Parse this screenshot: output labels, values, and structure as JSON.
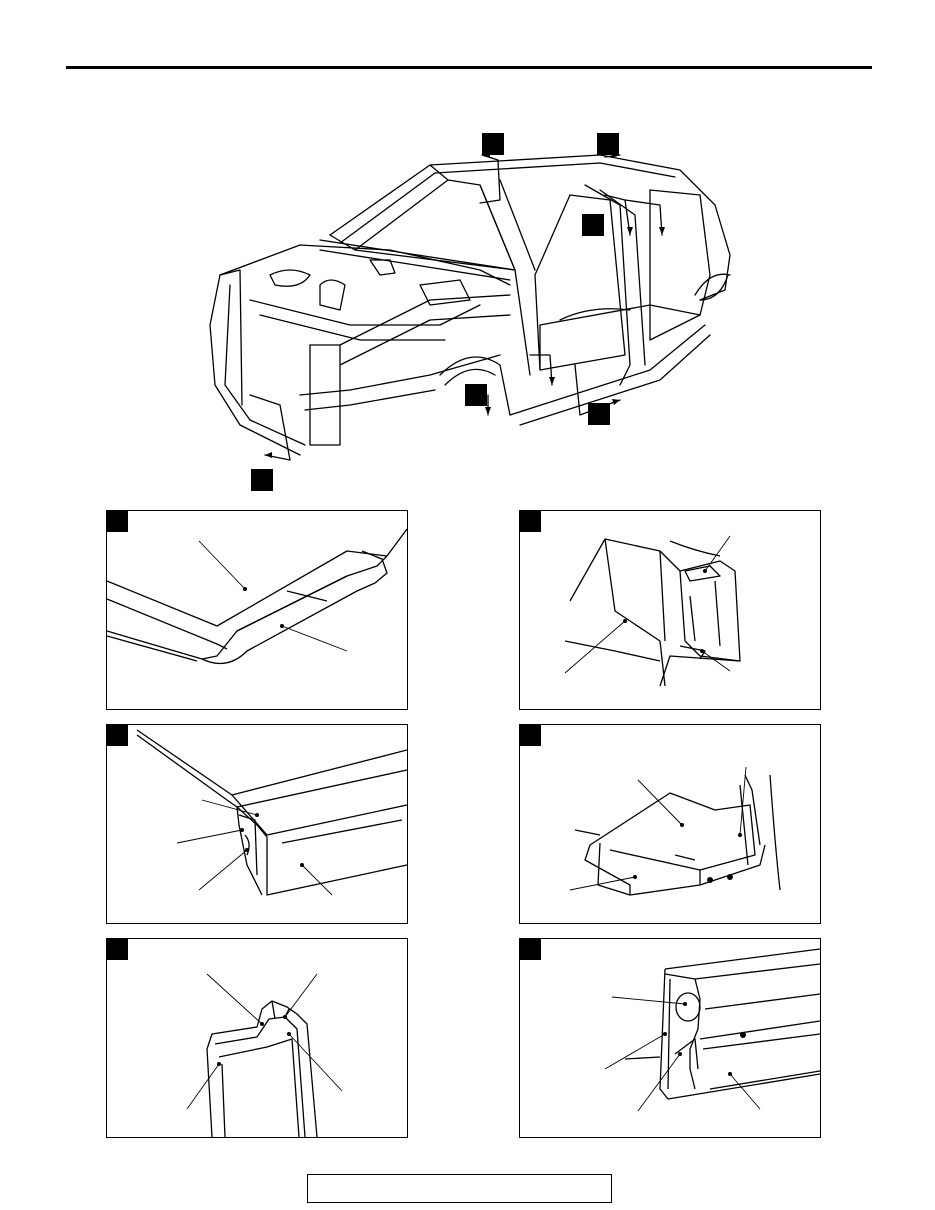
{
  "header": {
    "title": ""
  },
  "overview": {
    "markers": [
      {
        "id": "marker-1"
      },
      {
        "id": "marker-2"
      },
      {
        "id": "marker-3"
      },
      {
        "id": "marker-4"
      },
      {
        "id": "marker-5"
      },
      {
        "id": "marker-6"
      }
    ]
  },
  "panels": [
    {
      "id": "panel-1"
    },
    {
      "id": "panel-2"
    },
    {
      "id": "panel-3"
    },
    {
      "id": "panel-4"
    },
    {
      "id": "panel-5"
    },
    {
      "id": "panel-6"
    }
  ],
  "footer": {
    "label": ""
  }
}
